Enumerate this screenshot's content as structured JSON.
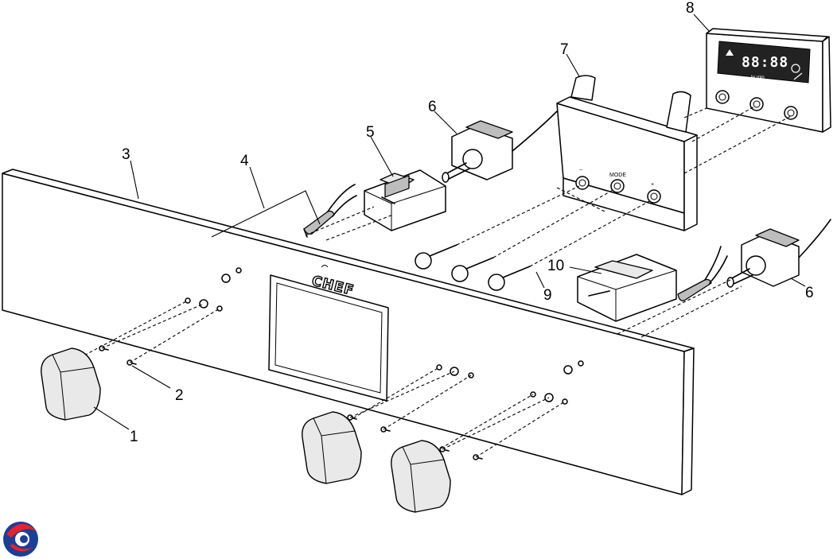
{
  "diagram": {
    "brand_logo_text": "CHEF",
    "display": {
      "digits": "88:88",
      "unit_text": "hr min"
    },
    "timer_button_label": "MODE",
    "callouts": [
      "1",
      "2",
      "3",
      "4",
      "5",
      "6",
      "7",
      "8",
      "9",
      "10",
      "6"
    ]
  }
}
